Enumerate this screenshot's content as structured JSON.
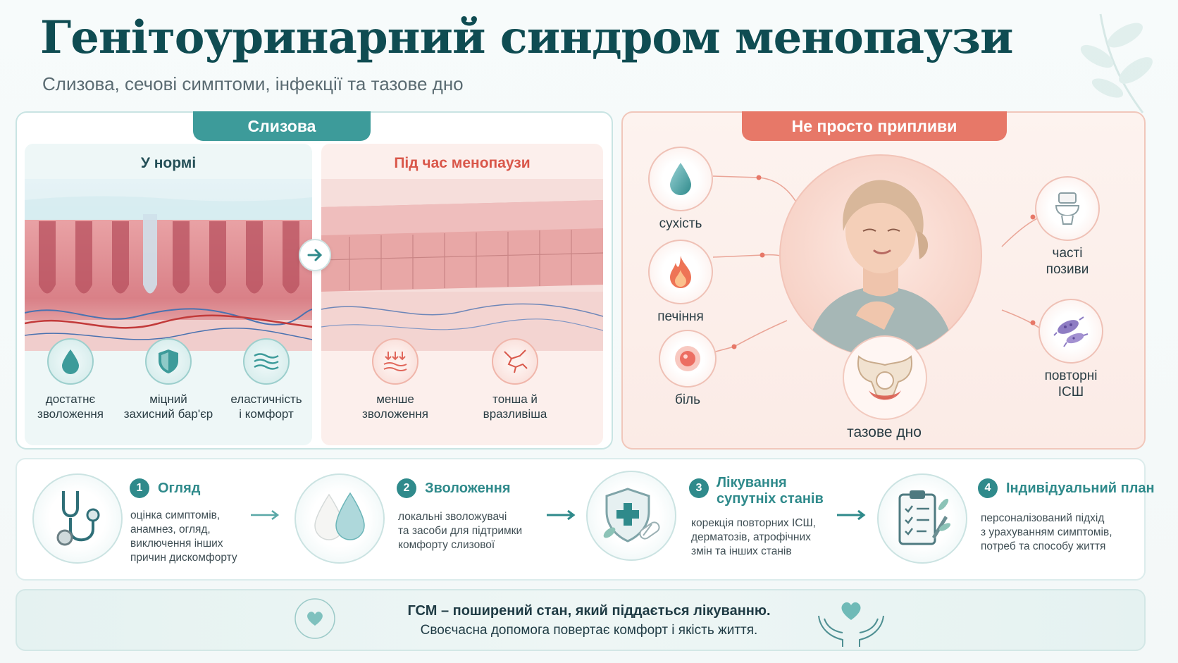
{
  "header": {
    "title": "Генітоуринарний синдром менопаузи",
    "subtitle": "Слизова, сечові симптоми, інфекції та тазове дно"
  },
  "mucosa": {
    "tab": "Слизова",
    "normal": {
      "heading": "У нормі",
      "features": [
        {
          "icon": "water-drop-icon",
          "label_line1": "достатнє",
          "label_line2": "зволоження"
        },
        {
          "icon": "shield-icon",
          "label_line1": "міцний",
          "label_line2": "захисний бар'єр"
        },
        {
          "icon": "waves-icon",
          "label_line1": "еластичність",
          "label_line2": "і комфорт"
        }
      ]
    },
    "menopause": {
      "heading": "Під час менопаузи",
      "features": [
        {
          "icon": "decreasing-moisture-icon",
          "label_line1": "менше",
          "label_line2": "зволоження"
        },
        {
          "icon": "crack-icon",
          "label_line1": "тонша й",
          "label_line2": "вразливіша"
        }
      ]
    }
  },
  "symptoms": {
    "tab": "Не просто припливи",
    "left": [
      {
        "icon": "drop-icon",
        "label": "сухість"
      },
      {
        "icon": "flame-icon",
        "label": "печіння"
      },
      {
        "icon": "pain-spot-icon",
        "label": "біль"
      }
    ],
    "right": [
      {
        "icon": "toilet-icon",
        "label_line1": "часті",
        "label_line2": "позиви"
      },
      {
        "icon": "bacteria-icon",
        "label_line1": "повторні",
        "label_line2": "ІСШ"
      }
    ],
    "pelvic_floor": "тазове дно"
  },
  "steps": [
    {
      "num": "1",
      "title_line1": "Огляд",
      "title_line2": "",
      "icon": "stethoscope-icon",
      "desc": [
        "оцінка симптомів,",
        "анамнез, огляд,",
        "виключення інших",
        "причин дискомфорту"
      ]
    },
    {
      "num": "2",
      "title_line1": "Зволоження",
      "title_line2": "",
      "icon": "moisture-drops-icon",
      "desc": [
        "локальні зволожувачі",
        "та засоби для підтримки",
        "комфорту слизової"
      ]
    },
    {
      "num": "3",
      "title_line1": "Лікування",
      "title_line2": "супутніх станів",
      "icon": "medical-shield-icon",
      "desc": [
        "корекція повторних ІСШ,",
        "дерматозів, атрофічних",
        "змін та інших станів"
      ]
    },
    {
      "num": "4",
      "title_line1": "Індивідуальний план",
      "title_line2": "",
      "icon": "clipboard-icon",
      "desc": [
        "персоналізований підхід",
        "з урахуванням симптомів,",
        "потреб та способу життя"
      ]
    }
  ],
  "banner": {
    "line1": "ГСМ – поширений стан, який піддається лікуванню.",
    "line2": "Своєчасна допомога повертає комфорт і якість життя."
  },
  "colors": {
    "teal": "#3d9b9a",
    "coral": "#e77868",
    "title": "#0f4c52"
  }
}
